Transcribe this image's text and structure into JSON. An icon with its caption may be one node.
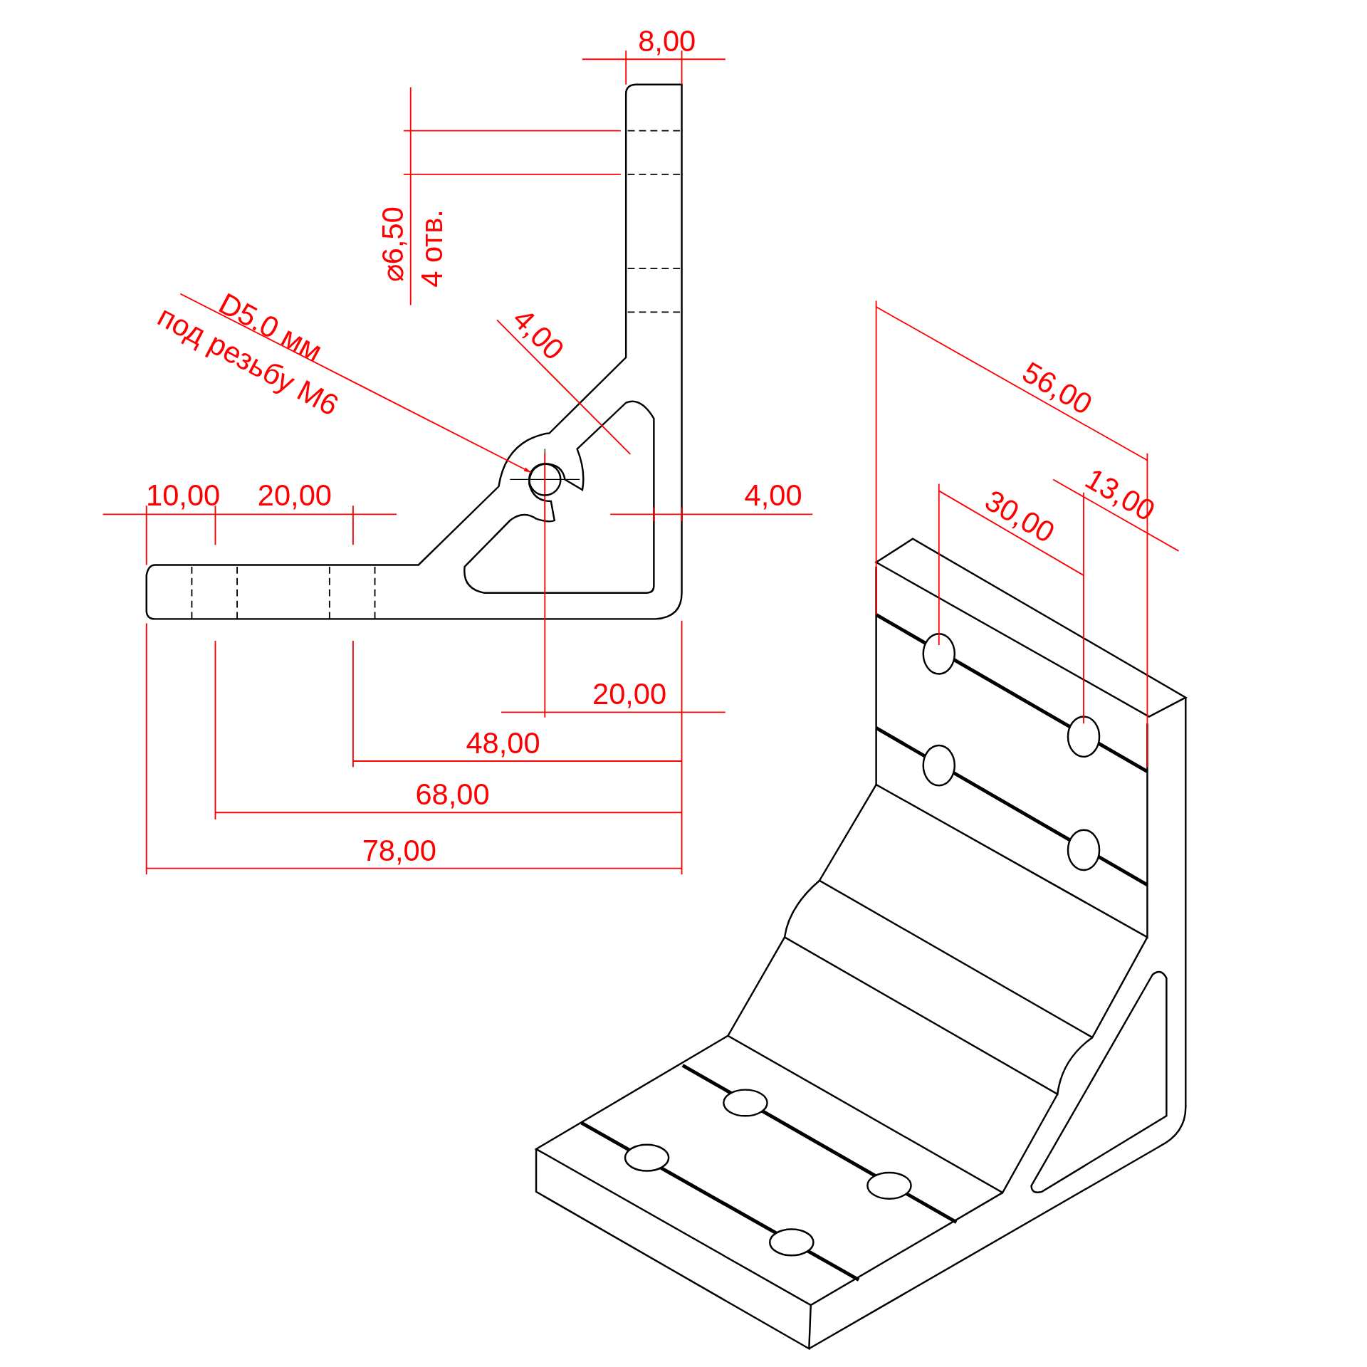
{
  "diagram": {
    "nodes": [
      {
        "text": [
          "D5.0 мм",
          "под резьбу M6"
        ]
      },
      {
        "text": [],
        "shape": "circle"
      }
    ],
    "edges": [
      {
        "from": 0,
        "to": 1,
        "arrow": "to"
      }
    ],
    "labels": [
      "8,00",
      "⌀6,50",
      "4 отв.",
      "4,00",
      "10,00",
      "20,00",
      "4,00",
      "20,00",
      "48,00",
      "68,00",
      "78,00",
      "56,00",
      "30,00",
      "13,00"
    ]
  }
}
